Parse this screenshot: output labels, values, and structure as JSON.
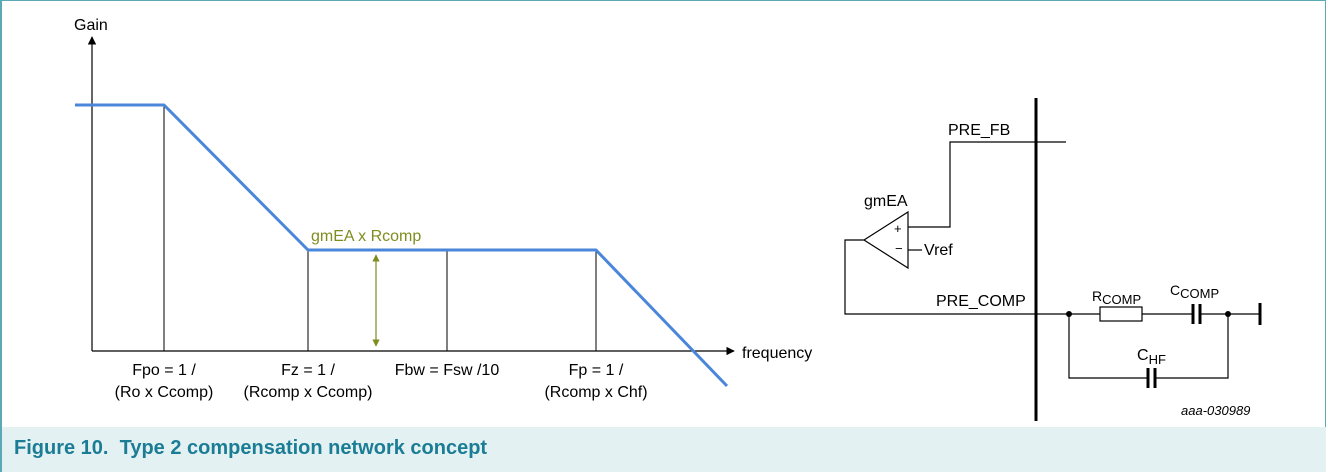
{
  "figure": {
    "caption_number": "Figure 10.",
    "caption_title": "Type 2 compensation network concept",
    "id_code": "aaa-030989"
  },
  "colors": {
    "curve": "#4a86d9",
    "annotation": "#7f8c1e",
    "caption": "#1b7d95",
    "border": "#5aa9b4",
    "caption_bg": "#e4f1f3"
  },
  "bode": {
    "y_axis_label": "Gain",
    "x_axis_label": "frequency",
    "plateau_label": "gmEA x Rcomp",
    "markers": {
      "fpo": [
        "Fpo = 1 /",
        "(Ro x Ccomp)"
      ],
      "fz": [
        "Fz = 1 /",
        "(Rcomp x Ccomp)"
      ],
      "fbw": [
        "Fbw = Fsw /10"
      ],
      "fp": [
        "Fp = 1 /",
        "(Rcomp x Chf)"
      ]
    }
  },
  "circuit": {
    "amp_label": "gmEA",
    "plus": "+",
    "minus": "−",
    "vref": "Vref",
    "pre_fb": "PRE_FB",
    "pre_comp": "PRE_COMP",
    "r_comp": {
      "main": "R",
      "sub": "COMP"
    },
    "c_comp": {
      "main": "C",
      "sub": "COMP"
    },
    "c_hf": {
      "main": "C",
      "sub": "HF"
    }
  }
}
